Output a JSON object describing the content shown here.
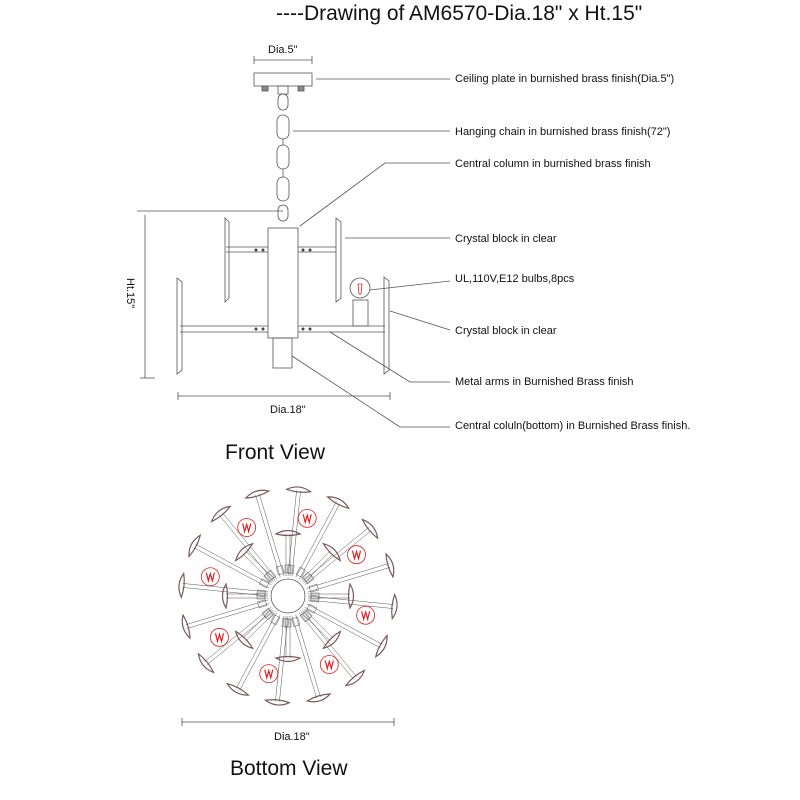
{
  "title": "----Drawing of AM6570-Dia.18\" x Ht.15\"",
  "front_view": {
    "label": "Front View",
    "dim_top": "Dia.5\"",
    "dim_height": "Ht.15\"",
    "dim_width": "Dia.18\"",
    "callouts": [
      "Ceiling plate in burnished brass finish(Dia.5\")",
      "Hanging chain in burnished brass finish(72\")",
      "Central column in burnished brass finish",
      "Crystal block in clear",
      "UL,110V,E12 bulbs,8pcs",
      "Crystal block in clear",
      "Metal arms in Burnished Brass  finish",
      "Central coluln(bottom) in Burnished Brass finish."
    ]
  },
  "bottom_view": {
    "label": "Bottom View",
    "dim_width": "Dia.18\"",
    "outer_crystals": 16,
    "inner_crystals": 8,
    "bulbs": 8
  },
  "colors": {
    "line": "#555555",
    "crystal": "#7a5a5a",
    "bulb": "#e02020"
  }
}
